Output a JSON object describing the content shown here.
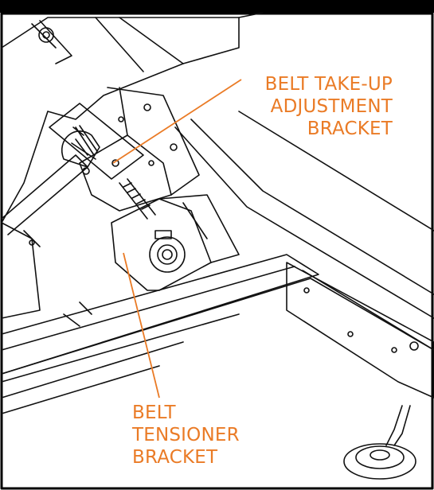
{
  "colors": {
    "accent": "#ea7b26",
    "line": "#111111",
    "shade": "#c9c9c9",
    "frame": "#000000"
  },
  "callouts": {
    "takeup": {
      "lines": [
        "BELT TAKE-UP",
        "ADJUSTMENT",
        "BRACKET"
      ]
    },
    "tensioner": {
      "lines": [
        "BELT",
        "TENSIONER",
        "BRACKET"
      ]
    }
  }
}
